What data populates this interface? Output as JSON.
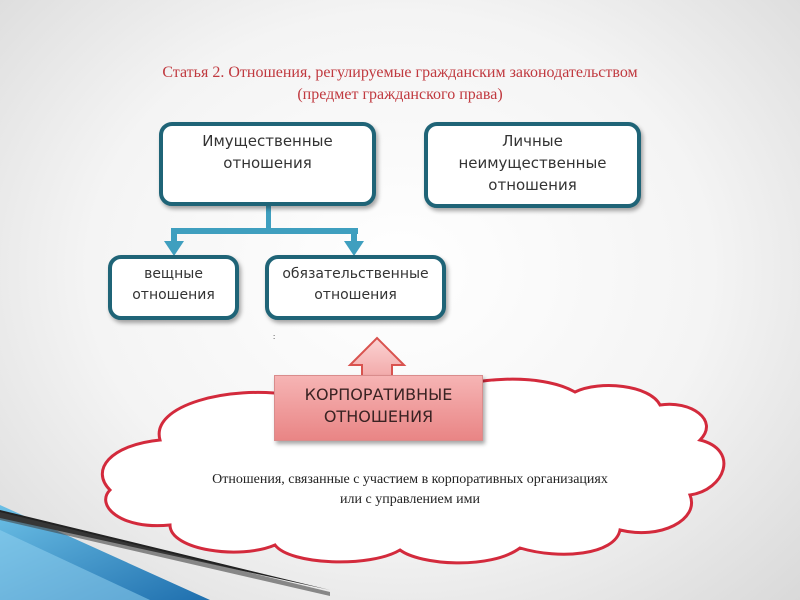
{
  "title": {
    "line1": "Статья 2. Отношения, регулируемые гражданским законодательством",
    "line2": "(предмет гражданского права)"
  },
  "nodes": {
    "property": {
      "line1": "Имущественные",
      "line2": "отношения"
    },
    "personal_non_property": {
      "line1": "Личные",
      "line2": "неимущественные",
      "line3": "отношения"
    },
    "real": {
      "line1": "вещные",
      "line2": "отношения"
    },
    "obligation": {
      "line1": "обязательственные",
      "line2": "отношения"
    },
    "corporate": {
      "line1": "КОРПОРАТИВНЫЕ",
      "line2": "ОТНОШЕНИЯ"
    }
  },
  "cloud": {
    "line1": "Отношения, связанные с участием в корпоративных организациях",
    "line2": "или с управлением ими"
  },
  "marks": {
    "stray": ":"
  },
  "colors": {
    "title": "#c0393f",
    "box_border": "#1f6477",
    "connector": "#3f9fbf",
    "cloud_outline": "#d32a3c",
    "corporate_fill": "#f0a0a0",
    "corner_stripe": "#2f88c4"
  }
}
